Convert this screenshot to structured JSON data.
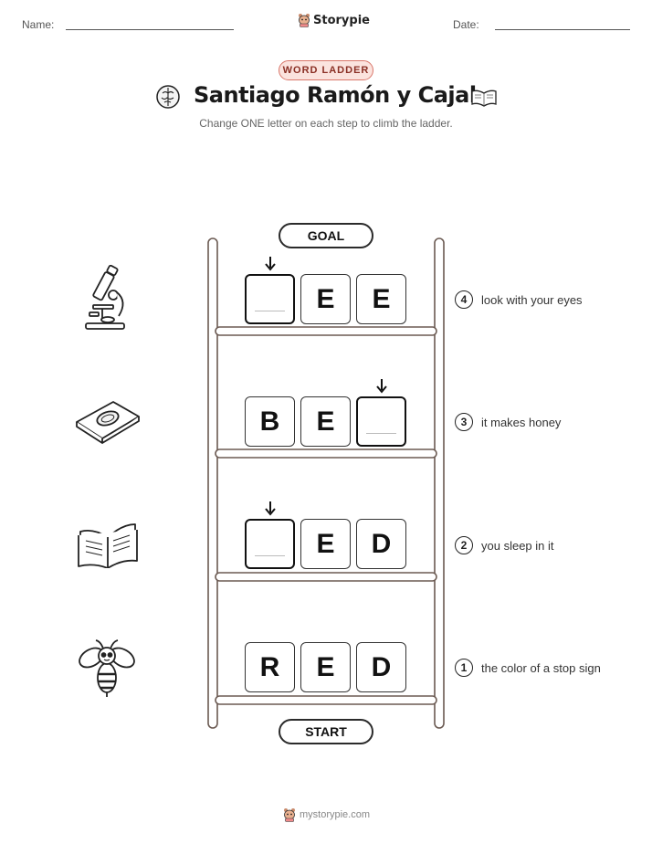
{
  "header": {
    "name_label": "Name:",
    "date_label": "Date:",
    "brand": "Storypie",
    "badge": "WORD LADDER",
    "title": "Santiago Ramón y Cajal",
    "subtitle": "Change ONE letter on each step to climb the ladder."
  },
  "ladder": {
    "goal_label": "GOAL",
    "start_label": "START",
    "rows": [
      {
        "letters": [
          "",
          "E",
          "E"
        ],
        "clue_number": "4",
        "clue": "look with your eyes",
        "picture": "microscope-icon"
      },
      {
        "letters": [
          "B",
          "E",
          ""
        ],
        "clue_number": "3",
        "clue": "it makes honey",
        "picture": "slide-icon"
      },
      {
        "letters": [
          "",
          "E",
          "D"
        ],
        "clue_number": "2",
        "clue": "you sleep in it",
        "picture": "open-book-icon"
      },
      {
        "letters": [
          "R",
          "E",
          "D"
        ],
        "clue_number": "1",
        "clue": "the color of a stop sign",
        "picture": "bee-icon"
      }
    ]
  },
  "footer": {
    "site": "mystorypie.com"
  },
  "colors": {
    "badge_border": "#d9776b",
    "badge_fill": "#fbe3de",
    "badge_text": "#8a2f24",
    "rail": "#6b5a52"
  }
}
